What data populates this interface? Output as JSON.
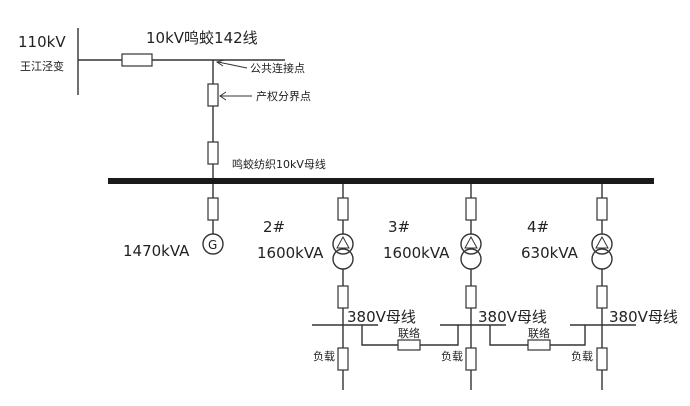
{
  "source": {
    "voltage": "110kV",
    "substation": "王江泾变"
  },
  "incoming_line": {
    "label": "10kV鸣蛟142线"
  },
  "annotations": {
    "common_connection_point": "公共连接点",
    "property_boundary_point": "产权分界点"
  },
  "main_bus": {
    "label": "鸣蛟纺织10kV母线"
  },
  "generator": {
    "capacity": "1470kVA",
    "symbol": "G"
  },
  "transformers": [
    {
      "id": "2#",
      "capacity": "1600kVA",
      "lv_bus": "380V母线",
      "load": "负载"
    },
    {
      "id": "3#",
      "capacity": "1600kVA",
      "lv_bus": "380V母线",
      "load": "负载"
    },
    {
      "id": "4#",
      "capacity": "630kVA",
      "lv_bus": "380V母线",
      "load": "负载"
    }
  ],
  "tie_links": [
    {
      "label": "联络"
    },
    {
      "label": "联络"
    }
  ]
}
